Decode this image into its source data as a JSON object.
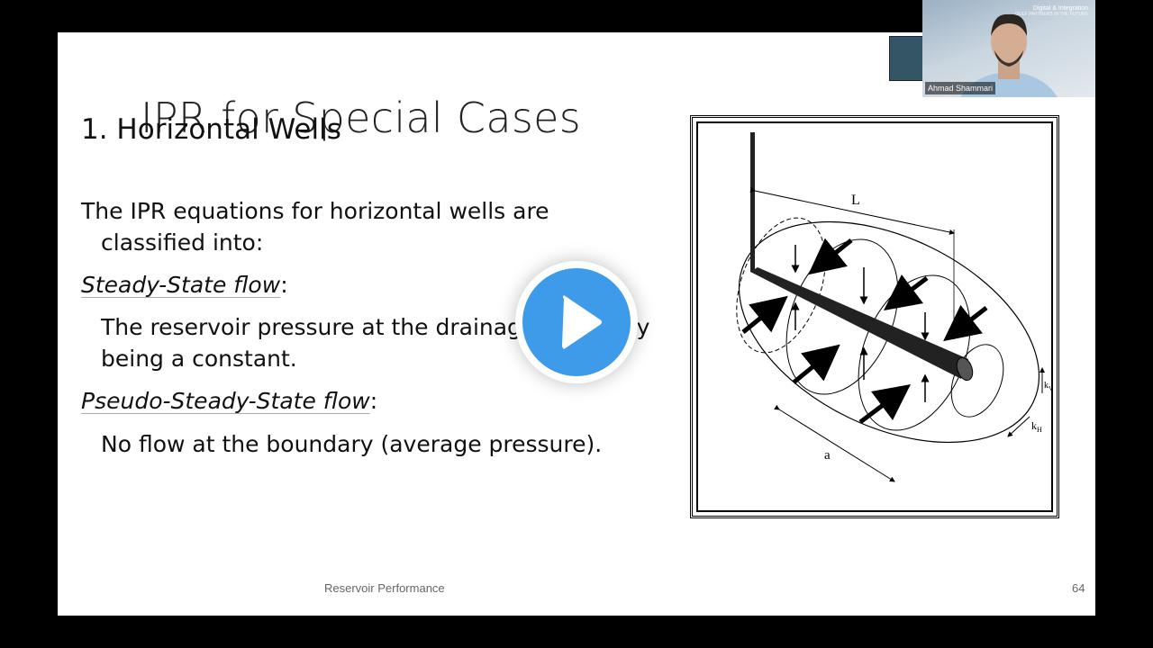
{
  "slide": {
    "title": "IPR for Special Cases",
    "subtitle": "1. Horizontal Wells",
    "intro_line1": "The IPR equations for horizontal wells are",
    "intro_line2": "classified into:",
    "case1_heading": "Steady-State flow",
    "case1_colon": ":",
    "case1_line1": "The reservoir pressure at the drainage boundary",
    "case1_line2": "being a constant.",
    "case2_heading": "Pseudo-Steady-State flow",
    "case2_colon": ":",
    "case2_text": "No flow at the boundary  (average pressure).",
    "footer": "Reservoir Performance",
    "page_number": "64"
  },
  "figure": {
    "label_L": "L",
    "label_a": "a",
    "label_kv": "k",
    "label_kv_sub": "V",
    "label_kh": "k",
    "label_kh_sub": "H"
  },
  "webcam": {
    "name": "Ahmad Shammari",
    "brand_line1": "Digital & Integration",
    "brand_line2": "GULF PARTNERS IN THE FUTURE"
  },
  "colors": {
    "play_blue": "#3d9be9",
    "slide_bg": "#ffffff",
    "frame_bg": "#000000"
  },
  "icons": {
    "play": "play-icon"
  }
}
